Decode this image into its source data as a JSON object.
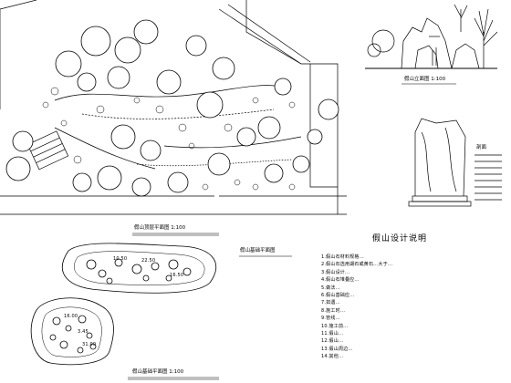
{
  "sheet": {
    "plan_caption": "假山顶层平面图 1:100",
    "elevation_caption": "假山立面图 1:100",
    "section_caption": "剖面",
    "foundation_caption": "假山基础平面图",
    "base_caption": "假山基础平面图 1:100",
    "notes_title": "假山设计说明",
    "notes": [
      "1.假山石材料规格...",
      "2.假山石选用湖石或黄石...大于...",
      "3.假山设计...",
      "4.假山石堆叠应...",
      "5.做法...",
      "6.假山基础应...",
      "7.如遇...",
      "8.施工时...",
      "9.管线...",
      "10.施工前...",
      "11.假山...",
      "12.假山...",
      "13.假山周边...",
      "14.其他..."
    ],
    "plan_level_marks": [
      "10.50",
      "22.50",
      "16.50"
    ],
    "base_level_marks": [
      "16.00",
      "3.45",
      "31.00"
    ]
  }
}
